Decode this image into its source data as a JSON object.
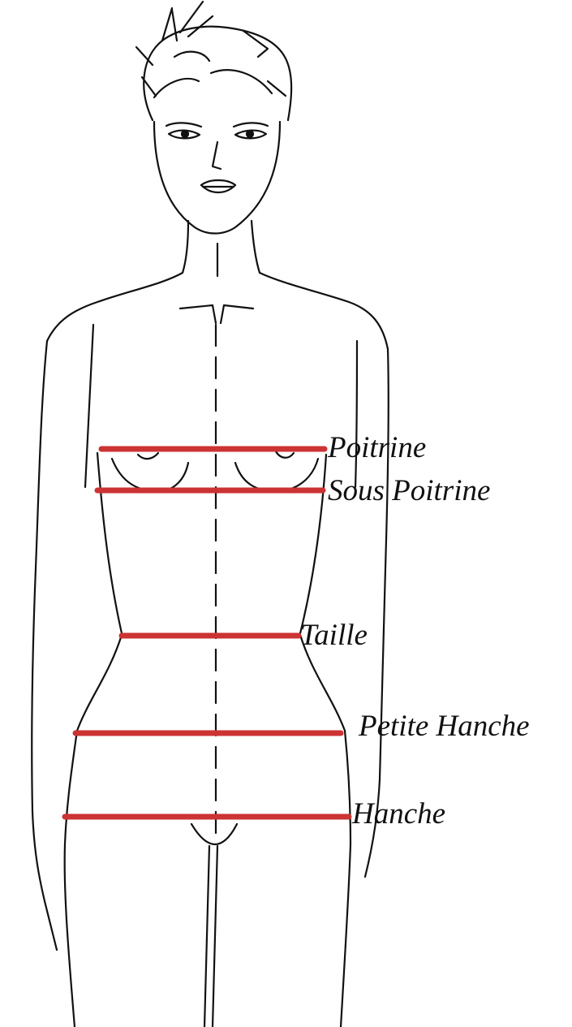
{
  "measurement_lines": [
    {
      "label": "Poitrine",
      "color": "#cc3333"
    },
    {
      "label": "Sous Poitrine",
      "color": "#cc3333"
    },
    {
      "label": "Taille",
      "color": "#cc3333"
    },
    {
      "label": "Petite Hanche",
      "color": "#cc3333"
    },
    {
      "label": "Hanche",
      "color": "#cc3333"
    }
  ],
  "colors": {
    "sketch_ink": "#111111",
    "measure_line": "#cc3333",
    "background": "#ffffff"
  }
}
